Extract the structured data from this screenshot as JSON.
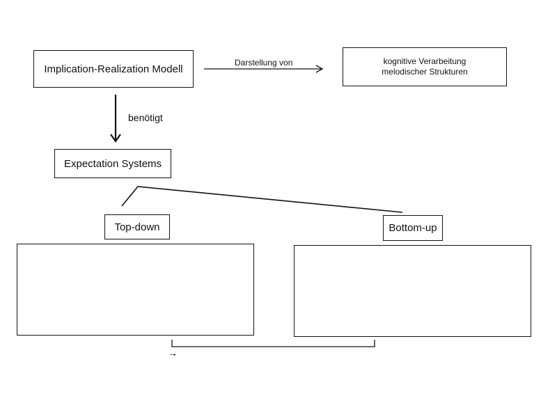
{
  "nodes": {
    "implication_model": "Implication-Realization Modell",
    "cognitive_processing": "kognitive Verarbeitung\nmelodischer Strukturen",
    "expectation_systems": "Expectation Systems",
    "top_down": "Top-down",
    "bottom_up": "Bottom-up",
    "top_down_content": "",
    "bottom_up_content": ""
  },
  "edges": {
    "darstellung_von": "Darstellung von",
    "benoetigt": "benötigt",
    "small_arrow": "→"
  }
}
